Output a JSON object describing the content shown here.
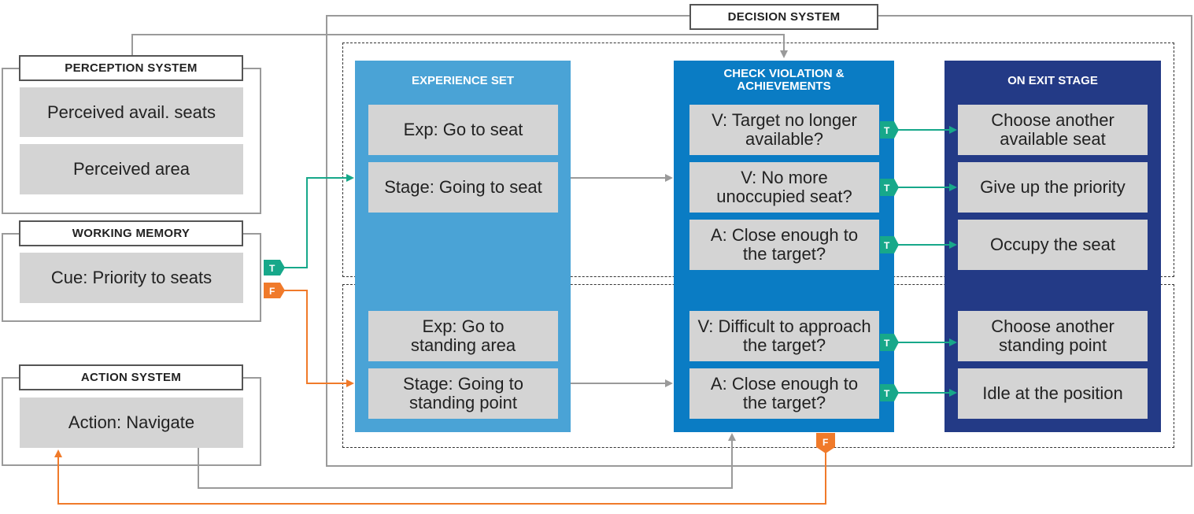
{
  "perception": {
    "title": "PERCEPTION SYSTEM",
    "items": [
      "Perceived avail. seats",
      "Perceived area"
    ]
  },
  "memory": {
    "title": "WORKING MEMORY",
    "items": [
      "Cue: Priority to seats"
    ]
  },
  "action": {
    "title": "ACTION SYSTEM",
    "items": [
      "Action: Navigate"
    ]
  },
  "decision": {
    "title": "DECISION SYSTEM"
  },
  "experience_set": {
    "title": "EXPERIENCE SET",
    "upper": [
      "Exp: Go to seat",
      "Stage: Going to seat"
    ],
    "lower": [
      "Exp: Go to standing area",
      "Stage: Going to standing point"
    ]
  },
  "check": {
    "title": "CHECK VIOLATION & ACHIEVEMENTS",
    "upper": [
      "V: Target no longer available?",
      "V: No more unoccupied seat?",
      "A: Close enough to the target?"
    ],
    "lower": [
      "V: Difficult to approach the target?",
      "A: Close enough to the target?"
    ]
  },
  "exit": {
    "title": "ON EXIT STAGE",
    "upper": [
      "Choose another available seat",
      "Give up the priority",
      "Occupy the seat"
    ],
    "lower": [
      "Choose another standing point",
      "Idle at the position"
    ]
  },
  "badges": {
    "true": "T",
    "false": "F"
  },
  "colors": {
    "experience": "#4aa3d6",
    "check": "#0a7cc4",
    "exit": "#233a86",
    "true_arrow": "#17a88a",
    "false_arrow": "#f07a2a",
    "grey_box": "#d4d4d4",
    "connector": "#9a9a9a"
  }
}
